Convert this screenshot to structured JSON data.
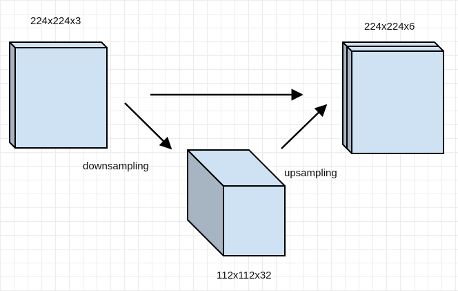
{
  "labels": {
    "input_size": "224x224x3",
    "output_size": "224x224x6",
    "bottleneck_size": "112x112x32",
    "downsampling": "downsampling",
    "upsampling": "upsampling"
  },
  "colors": {
    "front_face": "#cfe2f3",
    "side_face": "#a6b5c1",
    "stroke": "#000000",
    "grid": "#ececec"
  }
}
